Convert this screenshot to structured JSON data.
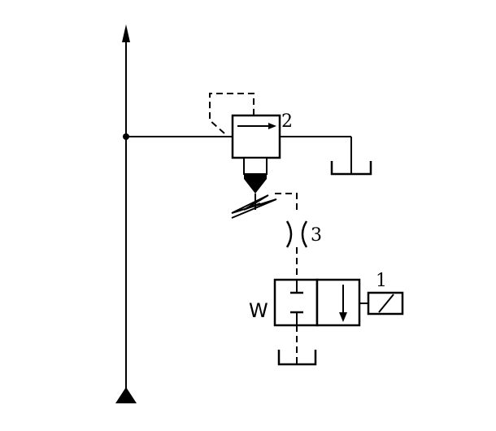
{
  "labels": {
    "solenoid_valve_number": "1",
    "relief_valve_number": "2",
    "orifice_number": "3",
    "spring_return_symbol": "W"
  },
  "colors": {
    "line": "#000000",
    "background": "#ffffff"
  }
}
